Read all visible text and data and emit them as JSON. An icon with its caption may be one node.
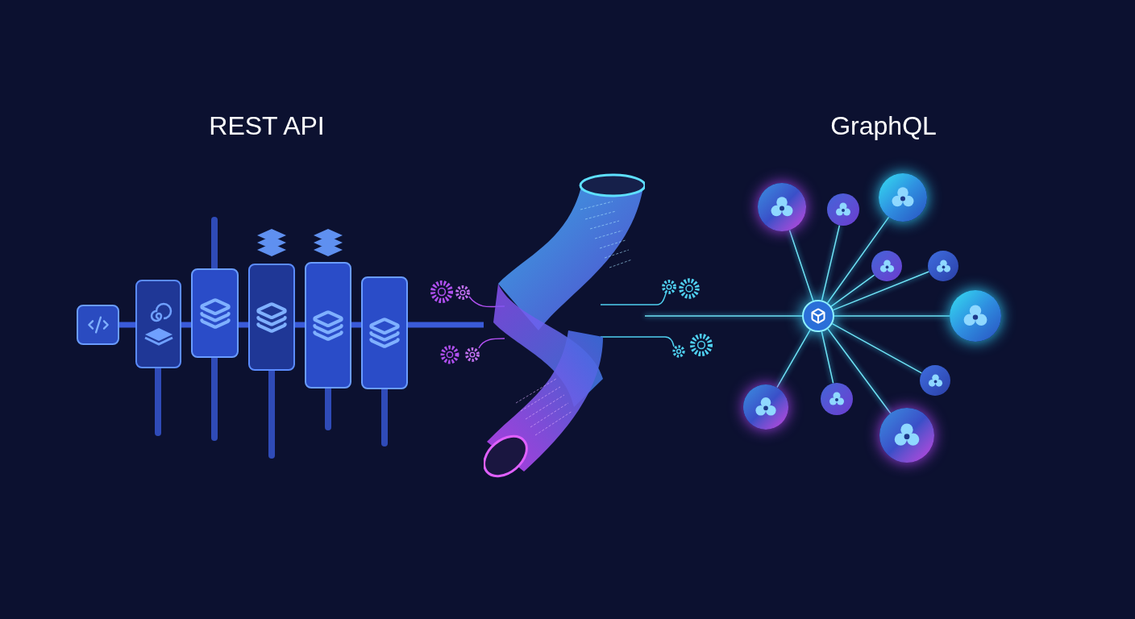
{
  "diagram": {
    "nodes": [
      {
        "text": [],
        "shape": "box"
      },
      {
        "text": [],
        "shape": "box"
      },
      {
        "text": [],
        "shape": "box"
      },
      {
        "text": [],
        "shape": "box"
      },
      {
        "text": [],
        "shape": "box"
      },
      {
        "text": [],
        "shape": "box"
      },
      {
        "text": [],
        "shape": "picture"
      },
      {
        "text": [],
        "shape": "circle"
      },
      {
        "text": [],
        "shape": "circle"
      },
      {
        "text": [],
        "shape": "circle"
      },
      {
        "text": [],
        "shape": "circle"
      },
      {
        "text": [],
        "shape": "circle"
      },
      {
        "text": [],
        "shape": "circle"
      },
      {
        "text": [],
        "shape": "circle"
      },
      {
        "text": [],
        "shape": "circle"
      },
      {
        "text": [],
        "shape": "circle"
      },
      {
        "text": [],
        "shape": "circle"
      },
      {
        "text": [],
        "shape": "circle"
      }
    ],
    "edges": [
      {
        "from": 0,
        "to": 1,
        "arrow": "none",
        "style": "thick",
        "color": "#3a5bd9"
      },
      {
        "from": 1,
        "to": 2,
        "arrow": "none",
        "style": "thick",
        "color": "#3a5bd9"
      },
      {
        "from": 2,
        "to": 3,
        "arrow": "none",
        "style": "thick",
        "color": "#3a5bd9"
      },
      {
        "from": 3,
        "to": 4,
        "arrow": "none",
        "style": "thick",
        "color": "#3a5bd9"
      },
      {
        "from": 4,
        "to": 5,
        "arrow": "none",
        "style": "thick",
        "color": "#3a5bd9"
      },
      {
        "from": 5,
        "to": 6,
        "arrow": "none",
        "style": "thick",
        "color": "#3a5bd9"
      },
      {
        "from": 6,
        "to": 7,
        "arrow": "none"
      },
      {
        "from": 7,
        "to": 8,
        "arrow": "none"
      },
      {
        "from": 7,
        "to": 9,
        "arrow": "none"
      },
      {
        "from": 7,
        "to": 10,
        "arrow": "none"
      },
      {
        "from": 7,
        "to": 11,
        "arrow": "none"
      },
      {
        "from": 7,
        "to": 12,
        "arrow": "none"
      },
      {
        "from": 7,
        "to": 13,
        "arrow": "none"
      },
      {
        "from": 7,
        "to": 14,
        "arrow": "none"
      },
      {
        "from": 7,
        "to": 15,
        "arrow": "none"
      },
      {
        "from": 7,
        "to": 16,
        "arrow": "none"
      },
      {
        "from": 7,
        "to": 17,
        "arrow": "none"
      }
    ],
    "labels": [
      "REST API",
      "GraphQL"
    ]
  }
}
